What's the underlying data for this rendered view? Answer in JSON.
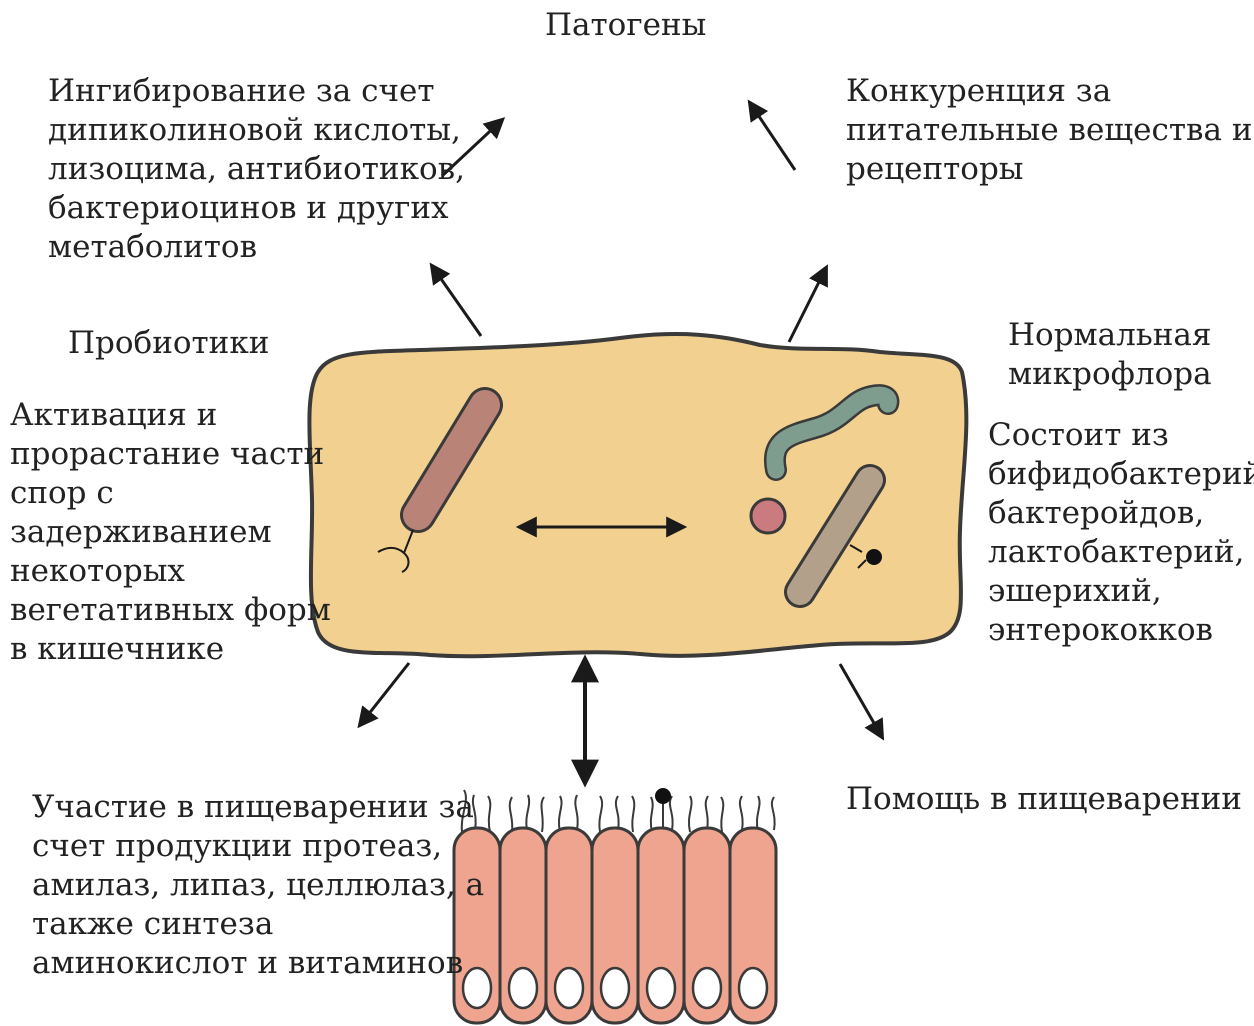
{
  "title": "Патогены",
  "probiotics": {
    "label": "Пробиотики",
    "desc": [
      "Активация и",
      "прорастание части",
      "спор с",
      "задерживанием",
      "некоторых",
      "вегетативных форм",
      "в кишечнике"
    ]
  },
  "normal_flora": {
    "label": [
      "Нормальная",
      "микрофлора"
    ],
    "desc": [
      "Состоит из",
      "бифидобактерий,",
      "бактеройдов,",
      "лактобактерий,",
      "эшерихий,",
      "энтерококков"
    ]
  },
  "inhibition": [
    "Ингибирование за счет",
    "дипиколиновой кислоты,",
    "лизоцима, антибиотиков,",
    "бактериоцинов и других",
    "метаболитов"
  ],
  "competition": [
    "Конкуренция за",
    "питательные вещества и",
    "рецепторы"
  ],
  "digestion_participation": [
    "Участие в пищеварении за",
    "счет продукции протеаз,",
    "амилаз, липаз, целлюлаз, а",
    "также синтеза",
    "аминокислот и витаминов"
  ],
  "digestion_help": "Помощь в пищеварении",
  "colors": {
    "lumen": "#f2d08f",
    "lumen_outline": "#3a3a3a",
    "probiotic_rod": "#b98378",
    "spiral": "#7f9d8e",
    "coccus": "#c97b80",
    "flora_rod": "#b3a08a",
    "epithelium": "#eea48f",
    "nucleus": "#ffffff"
  },
  "icons": [
    "bacillus-icon",
    "spiral-bacterium-icon",
    "coccus-icon",
    "rod-bacterium-icon",
    "epithelial-cells-icon"
  ]
}
